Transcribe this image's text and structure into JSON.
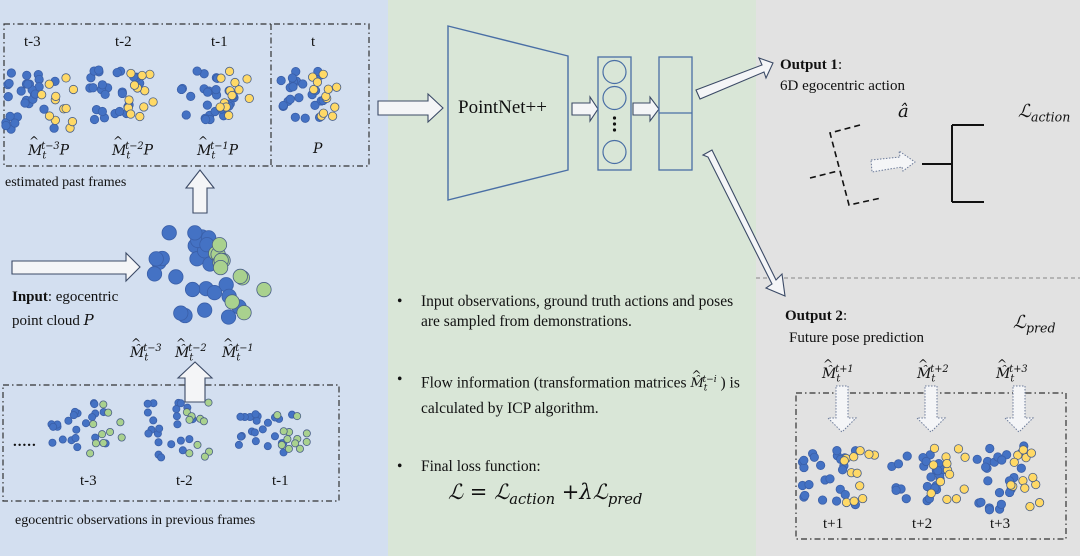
{
  "panels": {
    "left": {
      "past_frames_box": {
        "frame_labels": [
          "t-3",
          "t-2",
          "t-1",
          "t"
        ],
        "transform_labels": [
          "M̂_t^{t-3} P",
          "M̂_t^{t-2} P",
          "M̂_t^{t-1} P",
          "P"
        ],
        "caption": "estimated past frames"
      },
      "input": {
        "bold": "Input",
        "text_line1": ": egocentric",
        "text_line2": "point cloud ",
        "symbol": "P"
      },
      "transform_row": [
        "M̂",
        "M̂",
        "M̂"
      ],
      "transform_sups": [
        "t−3",
        "t−2",
        "t−1"
      ],
      "transform_sub": "t",
      "previous_box": {
        "ellipsis": ".....",
        "frame_labels": [
          "t-3",
          "t-2",
          "t-1"
        ],
        "caption": "egocentric observations in previous frames"
      }
    },
    "middle": {
      "network_label": "PointNet++",
      "bullets": [
        "Input observations, ground truth actions and poses are sampled from demonstrations.",
        "Flow information (transformation matrices M̂_t^{t−i} ) is calculated by ICP algorithm.",
        "Final loss function:"
      ],
      "bullet2_pre": "Flow information (transformation matrices ",
      "bullet2_sym": "M̂",
      "bullet2_sup": "t−i",
      "bullet2_sub": "t",
      "bullet2_post": " ) is calculated by ICP algorithm.",
      "formula": {
        "lhs": "ℒ =",
        "term1": "ℒ",
        "term1_sub": "action",
        "plus": " +λℒ",
        "term2_sub": "pred"
      }
    },
    "right": {
      "output1": {
        "bold": "Output 1",
        "colon": ":",
        "desc": "6D egocentric action",
        "symbol": "â",
        "loss": "ℒ",
        "loss_sub": "action"
      },
      "output2": {
        "bold": "Output 2",
        "colon": ":",
        "desc": "Future pose prediction",
        "loss": "ℒ",
        "loss_sub": "pred",
        "transform_sups": [
          "t+1",
          "t+2",
          "t+3"
        ],
        "transform_sub": "t",
        "transform_sym": "M̂",
        "frame_labels": [
          "t+1",
          "t+2",
          "t+3"
        ]
      }
    }
  },
  "colors": {
    "left_bg": "#d3dff0",
    "middle_bg": "#d9e6d7",
    "right_bg": "#e2e2e2",
    "point_blue": "#4472c4",
    "point_yellow": "#ffd966",
    "point_green": "#a9d18e",
    "network_stroke": "#4a6fa5"
  }
}
